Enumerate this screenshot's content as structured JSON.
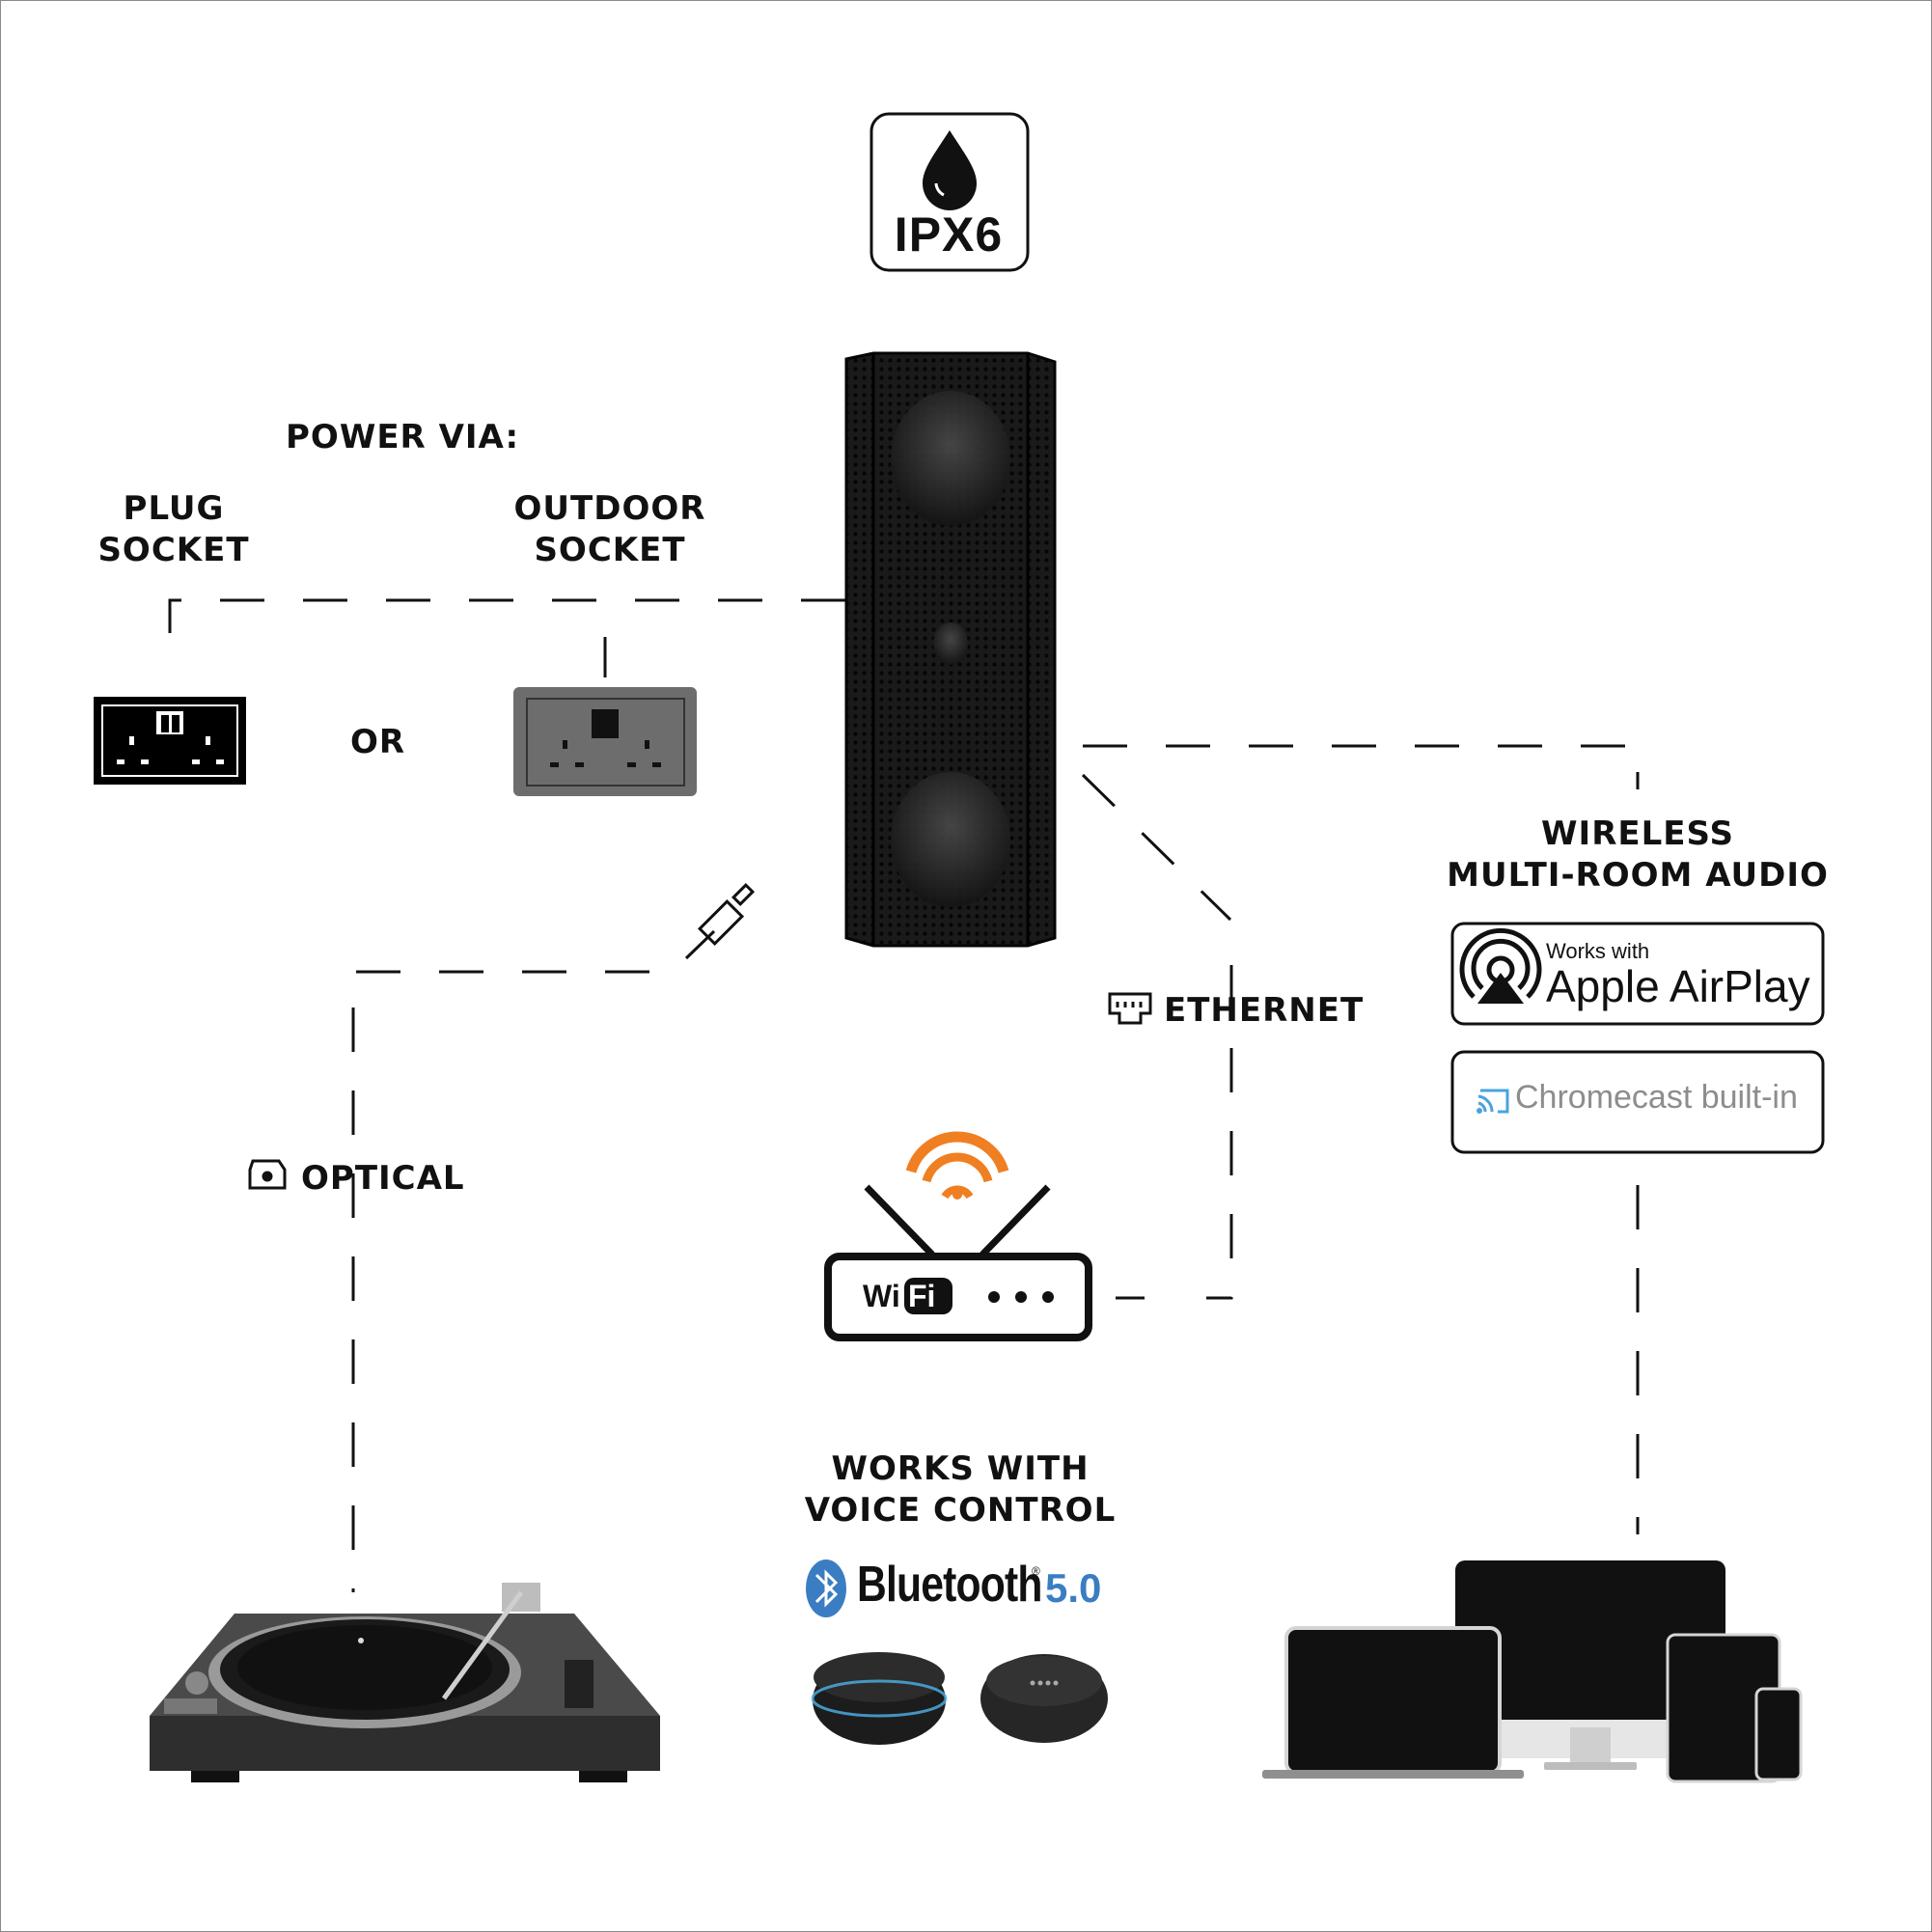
{
  "rating": {
    "ip_label": "IPX6"
  },
  "power": {
    "heading": "POWER VIA:",
    "plug_line1": "PLUG",
    "plug_line2": "SOCKET",
    "outdoor_line1": "OUTDOOR",
    "outdoor_line2": "SOCKET",
    "or_label": "OR"
  },
  "wireless": {
    "line1": "WIRELESS",
    "line2": "MULTI-ROOM AUDIO",
    "airplay_small": "Works with",
    "airplay_big": "Apple AirPlay",
    "chromecast": "Chromecast built-in"
  },
  "connections": {
    "ethernet": "ETHERNET",
    "optical": "OPTICAL",
    "wifi_wi": "Wi",
    "wifi_fi": "Fi"
  },
  "voice": {
    "line1": "WORKS WITH",
    "line2": "VOICE CONTROL",
    "bluetooth_text": "Bluetooth",
    "bluetooth_reg": "®",
    "bluetooth_version": "5.0"
  },
  "colors": {
    "wifi_signal": "#f07f22",
    "bluetooth_blue": "#3a7dc2",
    "chromecast_blue": "#4aa3df",
    "outdoor_socket": "#6d6d6d"
  },
  "icons": [
    "water-drop-icon",
    "ethernet-port-icon",
    "optical-port-icon",
    "airplay-icon",
    "chromecast-icon",
    "bluetooth-icon",
    "wifi-signal-icon"
  ]
}
